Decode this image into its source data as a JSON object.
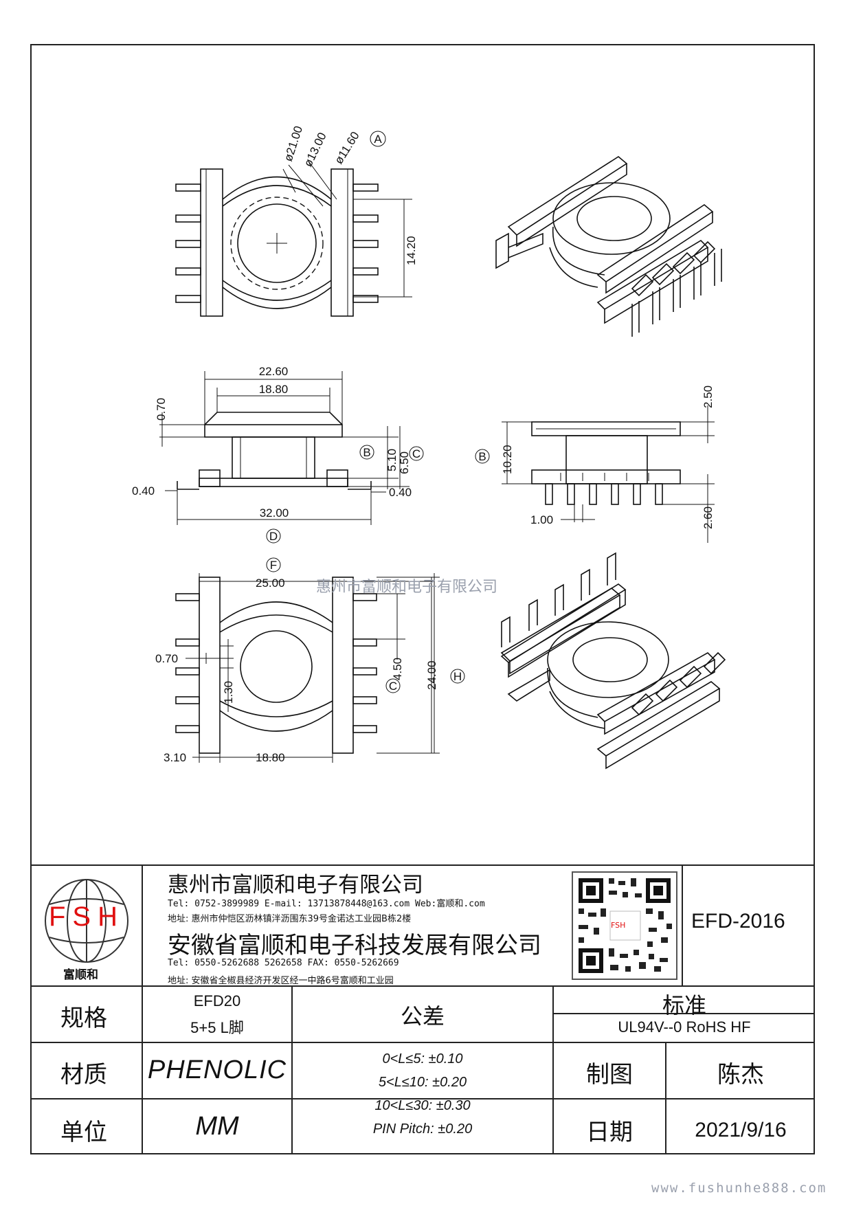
{
  "view_a": {
    "label": "A",
    "dims": [
      "ø21.00",
      "ø13.00",
      "ø11.60",
      "14.20"
    ]
  },
  "view_b": {
    "dims": [
      "22.60",
      "18.80",
      "0.70",
      "5.10",
      "6.50",
      "0.40",
      "0.40",
      "32.00"
    ],
    "labels": [
      "B",
      "C",
      "D"
    ]
  },
  "view_c": {
    "dims": [
      "2.50",
      "10.20",
      "1.00",
      "2.60"
    ],
    "labels": [
      "B"
    ]
  },
  "view_d": {
    "dims": [
      "25.00",
      "0.70",
      "1.30",
      "4.50",
      "24.00",
      "3.10",
      "18.80"
    ],
    "labels": [
      "F",
      "C",
      "H"
    ]
  },
  "watermark": "惠州市富顺和电子有限公司",
  "title_block": {
    "logo": {
      "letters": "FSH",
      "caption": "富顺和",
      "color_letters": "#e01010",
      "color_globe": "#333333"
    },
    "company1": {
      "name": "惠州市富顺和电子有限公司",
      "contact": "Tel:  0752-3899989   E-mail: 13713878448@163.com   Web:富顺和.com",
      "address": "地址: 惠州市仲恺区沥林镇泮沥围东39号金诺达工业园B栋2楼"
    },
    "company2": {
      "name": "安徽省富顺和电子科技发展有限公司",
      "contact": "Tel:  0550-5262688  5262658     FAX: 0550-5262669",
      "address": "地址: 安徽省全椒县经济开发区经一中路6号富顺和工业园"
    },
    "qr_caption": "FSH",
    "part_number": "EFD-2016",
    "spec_label": "规格",
    "spec_value_1": "EFD20",
    "spec_value_2": "5+5 L脚",
    "tolerance_label": "公差",
    "tolerances": [
      "0<L≤5: ±0.10",
      "5<L≤10: ±0.20",
      "10<L≤30: ±0.30",
      "PIN Pitch: ±0.20"
    ],
    "standard_label": "标准",
    "standard_value": "UL94V--0  RoHS HF",
    "material_label": "材质",
    "material_value": "PHENOLIC",
    "unit_label": "单位",
    "unit_value": "MM",
    "drawer_label": "制图",
    "drawer_value": "陈杰",
    "date_label": "日期",
    "date_value": "2021/9/16"
  },
  "website": "www.fushunhe888.com"
}
